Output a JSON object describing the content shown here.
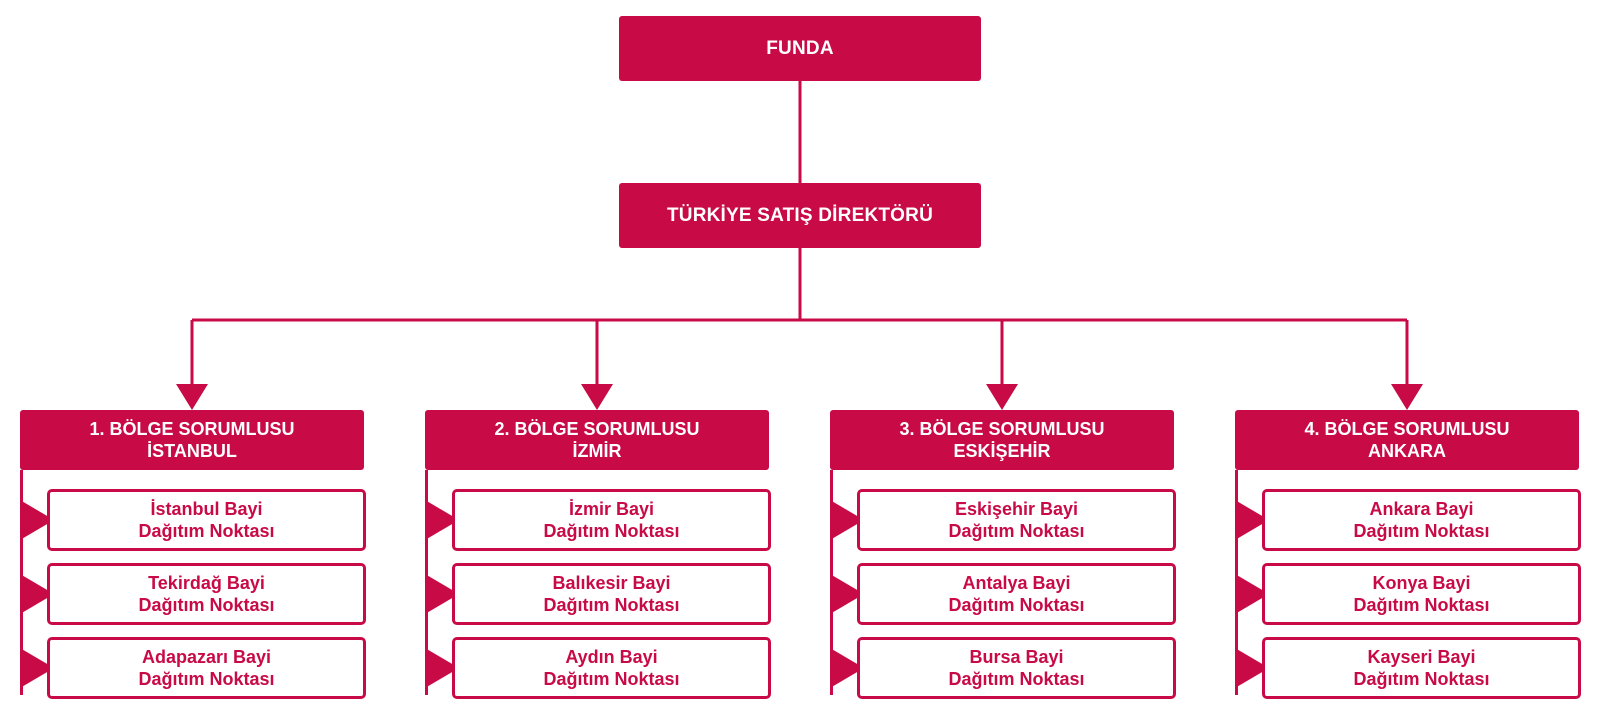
{
  "colors": {
    "brand": "#c80a46",
    "background": "#ffffff"
  },
  "root": {
    "label": "FUNDA"
  },
  "director": {
    "label": "TÜRKİYE SATIŞ DİREKTÖRÜ"
  },
  "regions": [
    {
      "title": "1. BÖLGE SORUMLUSU",
      "city": "İSTANBUL",
      "points": [
        {
          "name": "İstanbul Bayi",
          "type": "Dağıtım Noktası"
        },
        {
          "name": "Tekirdağ Bayi",
          "type": "Dağıtım Noktası"
        },
        {
          "name": "Adapazarı Bayi",
          "type": "Dağıtım Noktası"
        }
      ]
    },
    {
      "title": "2. BÖLGE SORUMLUSU",
      "city": "İZMİR",
      "points": [
        {
          "name": "İzmir Bayi",
          "type": "Dağıtım Noktası"
        },
        {
          "name": "Balıkesir Bayi",
          "type": "Dağıtım Noktası"
        },
        {
          "name": "Aydın Bayi",
          "type": "Dağıtım Noktası"
        }
      ]
    },
    {
      "title": "3. BÖLGE SORUMLUSU",
      "city": "ESKİŞEHİR",
      "points": [
        {
          "name": "Eskişehir Bayi",
          "type": "Dağıtım Noktası"
        },
        {
          "name": "Antalya Bayi",
          "type": "Dağıtım Noktası"
        },
        {
          "name": "Bursa Bayi",
          "type": "Dağıtım Noktası"
        }
      ]
    },
    {
      "title": "4. BÖLGE SORUMLUSU",
      "city": "ANKARA",
      "points": [
        {
          "name": "Ankara Bayi",
          "type": "Dağıtım Noktası"
        },
        {
          "name": "Konya Bayi",
          "type": "Dağıtım Noktası"
        },
        {
          "name": "Kayseri Bayi",
          "type": "Dağıtım Noktası"
        }
      ]
    }
  ]
}
